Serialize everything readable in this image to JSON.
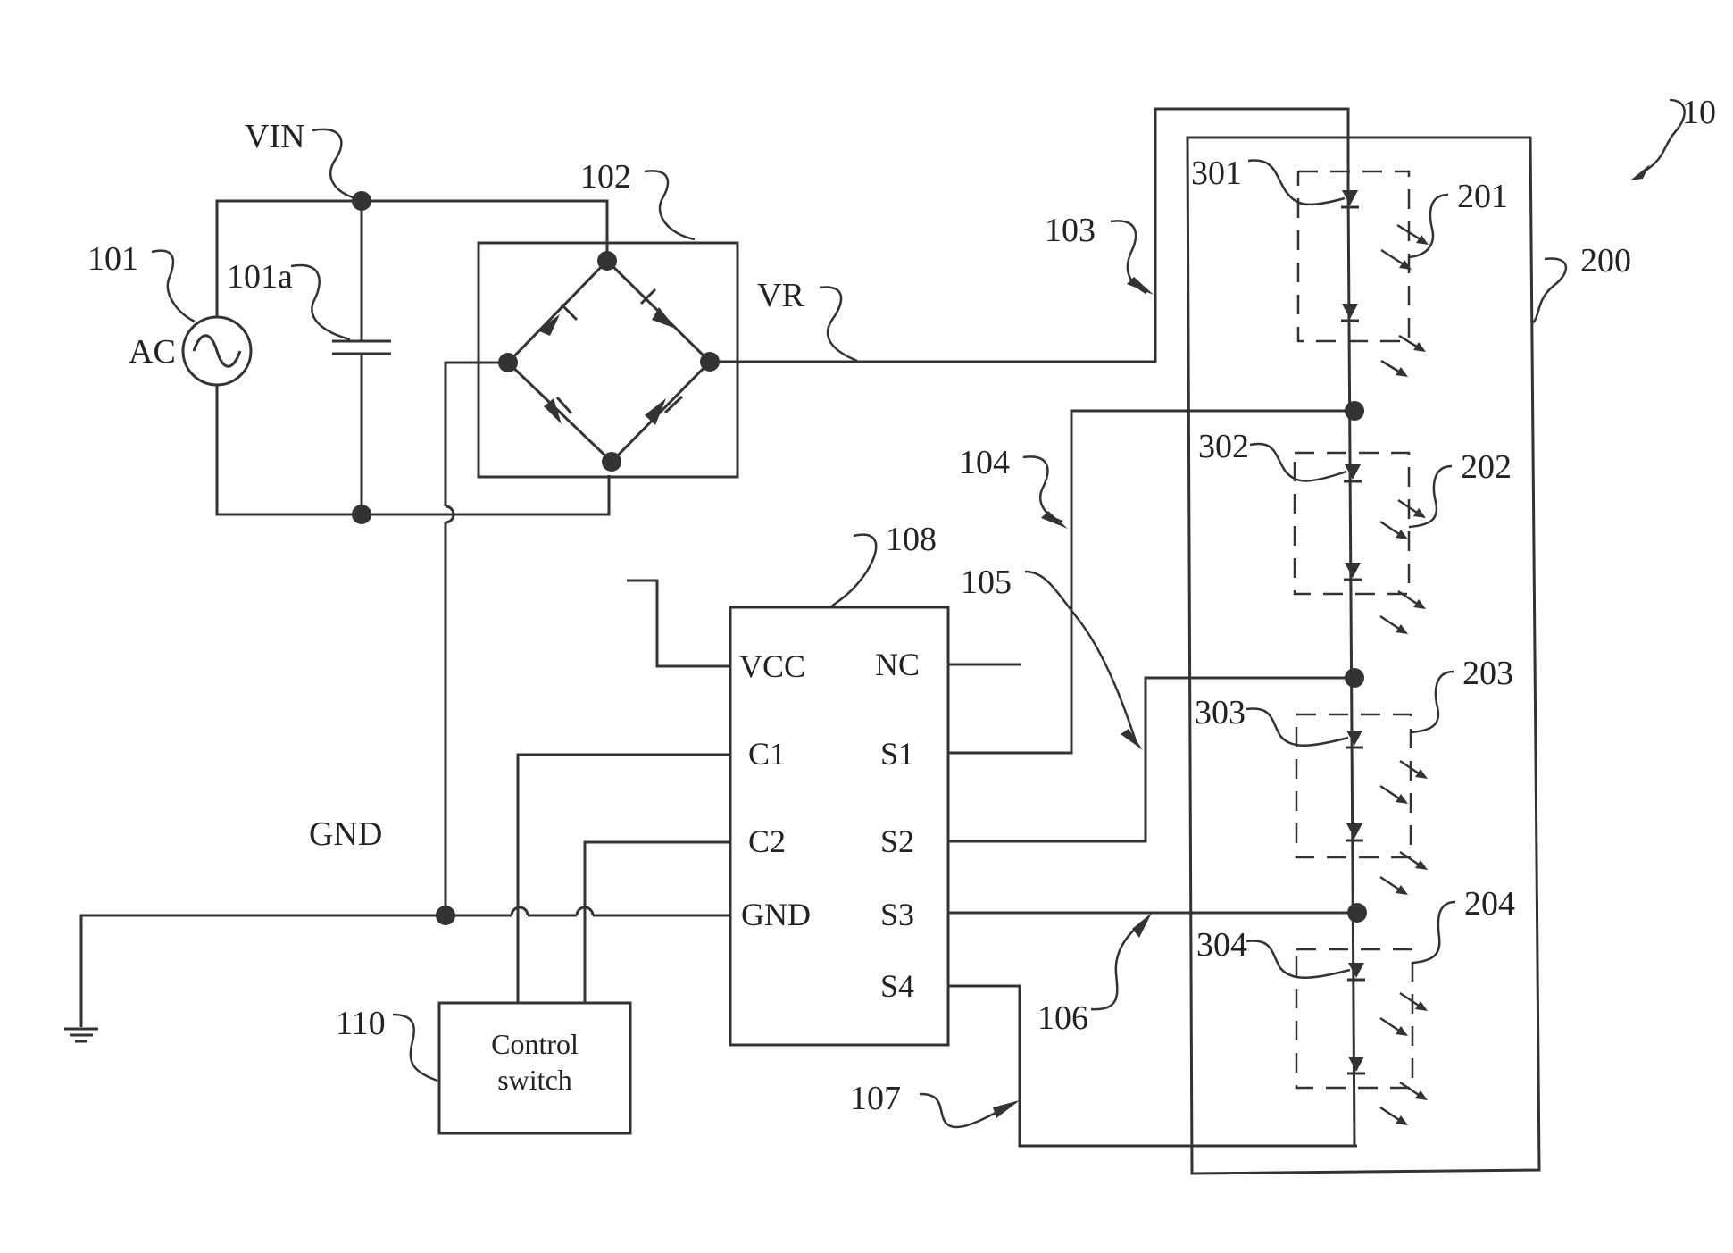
{
  "figure_number": "10",
  "labels": {
    "vin": "VIN",
    "vr": "VR",
    "gnd": "GND",
    "ac": "AC"
  },
  "refs": {
    "r101": "101",
    "r101a": "101a",
    "r102": "102",
    "r103": "103",
    "r104": "104",
    "r105": "105",
    "r106": "106",
    "r107": "107",
    "r108": "108",
    "r110": "110",
    "r200": "200",
    "r201": "201",
    "r202": "202",
    "r203": "203",
    "r204": "204",
    "r301": "301",
    "r302": "302",
    "r303": "303",
    "r304": "304"
  },
  "ic_pins": {
    "vcc": "VCC",
    "nc": "NC",
    "c1": "C1",
    "c2": "C2",
    "gnd": "GND",
    "s1": "S1",
    "s2": "S2",
    "s3": "S3",
    "s4": "S4"
  },
  "control_switch": {
    "line1": "Control",
    "line2": "switch"
  }
}
